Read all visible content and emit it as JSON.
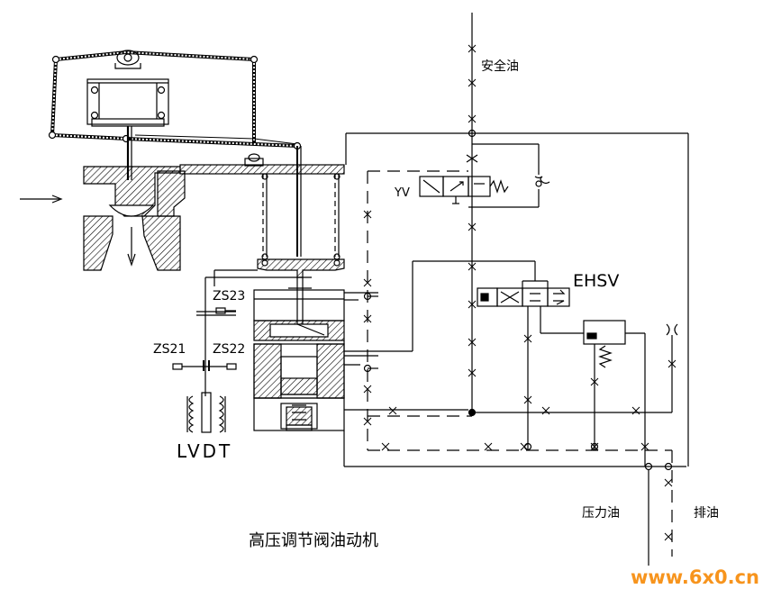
{
  "diagram": {
    "title": "高压调节阀油动机",
    "labels": {
      "safety_oil": "安全油",
      "yv": "YV",
      "ehsv": "EHSV",
      "zs23": "ZS23",
      "zs21": "ZS21",
      "zs22": "ZS22",
      "lvdt": "LVDT",
      "pressure_oil": "压力油",
      "drain_oil": "排油"
    },
    "watermark": "www.6x0.cn"
  },
  "colors": {
    "line": "#000000",
    "hatch": "#000000",
    "background": "#ffffff",
    "watermark": "#f7941d"
  }
}
